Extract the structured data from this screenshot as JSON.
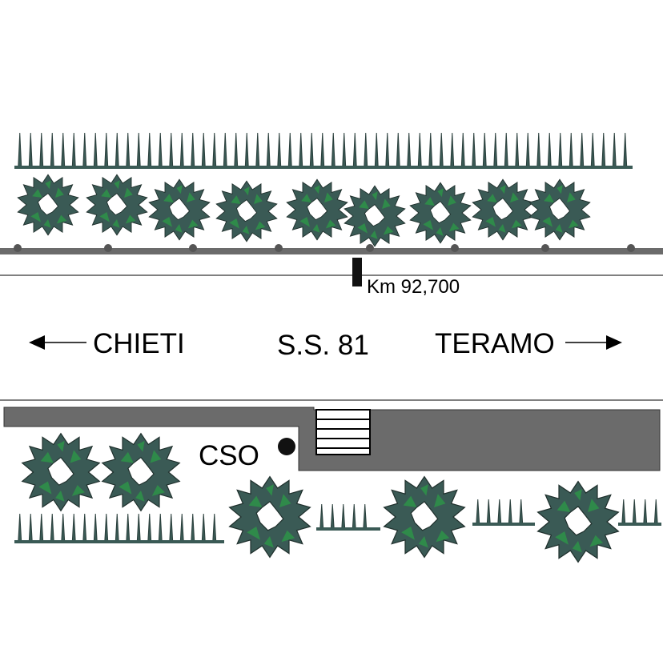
{
  "labels": {
    "km_marker": "Km 92,700",
    "left_destination": "CHIETI",
    "road_name": "S.S. 81",
    "right_destination": "TERAMO",
    "station_code": "CSO"
  },
  "colors": {
    "vegetation_dark": "#3a5a55",
    "vegetation_light": "#2f8a4a",
    "pavement": "#6b6b6b",
    "road_line": "#000000",
    "background": "#ffffff"
  },
  "icons": {
    "arrow_left": "left-arrow-icon",
    "arrow_right": "right-arrow-icon",
    "station": "station-dot-icon",
    "km_post": "km-post-icon"
  }
}
